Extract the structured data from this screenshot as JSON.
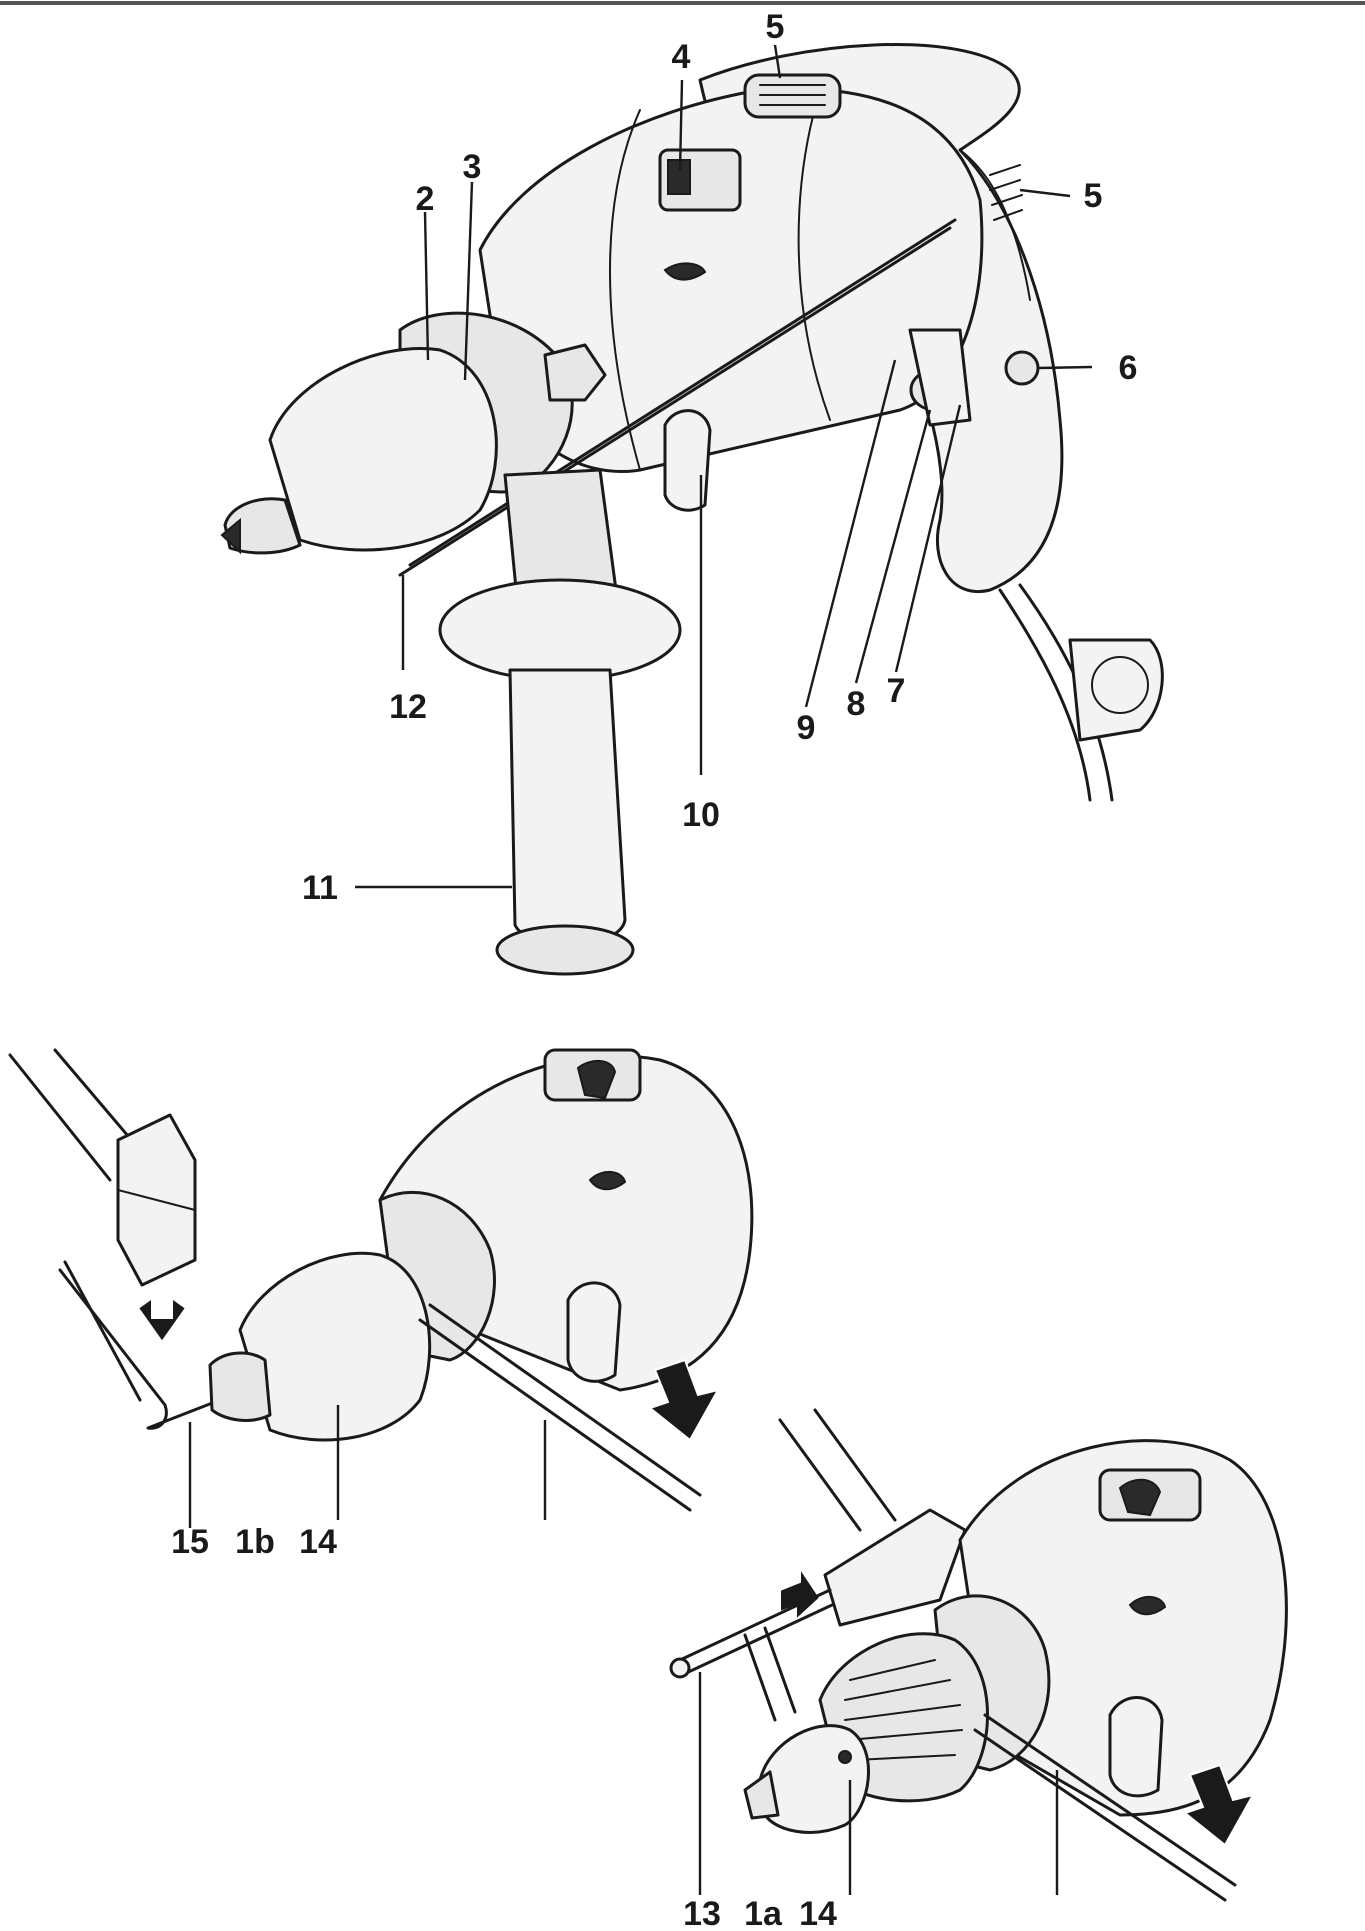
{
  "labels": {
    "top": {
      "l2": "2",
      "l3": "3",
      "l4": "4",
      "l5a": "5",
      "l5b": "5",
      "l6": "6",
      "l7": "7",
      "l8": "8",
      "l9": "9",
      "l10": "10",
      "l11": "11",
      "l12": "12"
    },
    "left": {
      "l15": "15",
      "l1b": "1b",
      "l14": "14"
    },
    "right": {
      "l13": "13",
      "l1a": "1a",
      "l14": "14"
    }
  },
  "colors": {
    "ink": "#1a1a1a",
    "paper": "#ffffff",
    "shade": "#e7e7e7"
  }
}
